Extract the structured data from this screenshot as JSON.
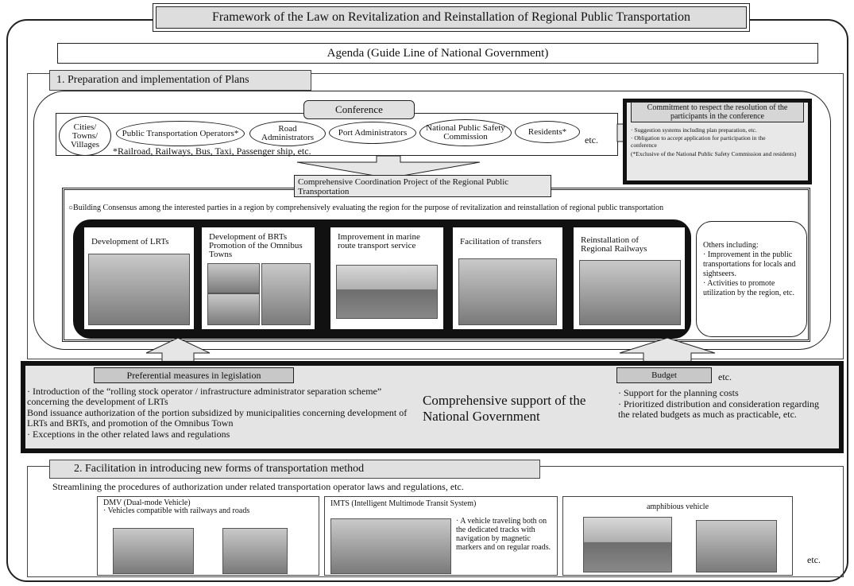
{
  "title": "Framework of the Law on Revitalization and Reinstallation of Regional Public Transportation",
  "agenda": "Agenda (Guide Line of National Government)",
  "section1": "1. Preparation and implementation of Plans",
  "conference": {
    "label": "Conference",
    "participants": [
      "Cities/ Towns/ Villages",
      "Public Transportation Operators*",
      "Road Administrators",
      "Port Administrators",
      "National Public Safety Commission",
      "Residents*"
    ],
    "etc": "etc.",
    "note": "*Railroad, Railways, Bus, Taxi, Passenger ship, etc."
  },
  "commitment": {
    "title": "Commitment to respect the resolution of the participants in the conference",
    "items": [
      "· Suggestion systems including plan preparation, etc.",
      "· Obligation to accept application for participation in the conference",
      "(*Exclusive of the National Public Safety Commission and residents)"
    ]
  },
  "project": {
    "title": "Comprehensive Coordination Project of the Regional Public Transportation",
    "consensus": "○Building Consensus among the interested parties in a region by comprehensively evaluating the region for the purpose of revitalization and reinstallation of regional public transportation",
    "cards": [
      "Development of LRTs",
      "Development of BRTs Promotion of the Omnibus Towns",
      "Improvement in marine route transport service",
      "Facilitation of transfers",
      "Reinstallation of Regional Railways"
    ],
    "others": "Others including:\n· Improvement in the public transportations for locals and sightseers.\n· Activities to promote utilization by the region, etc."
  },
  "support": {
    "pref_label": "Preferential measures in legislation",
    "pref_items": [
      "· Introduction of the “rolling stock operator / infrastructure administrator separation scheme” concerning the development of LRTs",
      "Bond issuance authorization of the portion subsidized by municipalities concerning development of LRTs and BRTs, and promotion of the Omnibus Town",
      "· Exceptions in the other related laws and regulations"
    ],
    "center": "Comprehensive support of the National Government",
    "budget_label": "Budget",
    "budget_etc": "etc.",
    "budget_items": [
      "· Support for the planning costs",
      "· Prioritized distribution and consideration regarding the related budgets as much as practicable, etc."
    ]
  },
  "section2": "2. Facilitation in introducing new forms of transportation method",
  "streamlining": "Streamlining the procedures of authorization under related transportation operator laws and regulations, etc.",
  "dmv": {
    "title": "DMV (Dual-mode Vehicle)",
    "desc": "· Vehicles compatible with railways and roads"
  },
  "imts": {
    "title": "IMTS (Intelligent Multimode Transit System)",
    "desc": "· A vehicle traveling both on the dedicated tracks with navigation by magnetic markers and on regular roads."
  },
  "amphibious": {
    "title": "amphibious vehicle"
  },
  "bottom_etc": "etc."
}
